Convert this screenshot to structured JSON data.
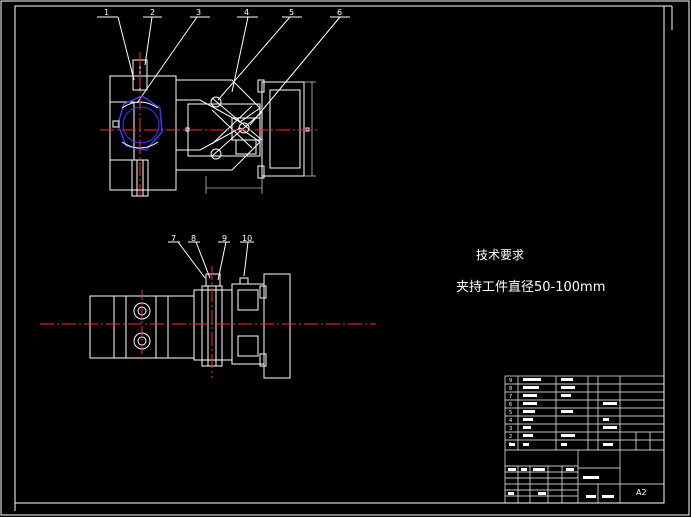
{
  "colors": {
    "background": "#000000",
    "lines": "#ffffff",
    "centerline": "#ff0000",
    "hidden": "#0000cc",
    "dims": "#ffffff"
  },
  "callouts": [
    "1",
    "2",
    "3",
    "4",
    "5",
    "6",
    "7",
    "8",
    "9",
    "10"
  ],
  "notes": {
    "title": "技术要求",
    "line1": "夹持工件直径50-100mm"
  },
  "title_block": {
    "sheet_size": "A2",
    "bom_rows": [
      {
        "no": "9",
        "code": "",
        "name": "",
        "qty": "",
        "material": ""
      },
      {
        "no": "8",
        "code": "",
        "name": "",
        "qty": "",
        "material": ""
      },
      {
        "no": "7",
        "code": "",
        "name": "",
        "qty": "",
        "material": ""
      },
      {
        "no": "6",
        "code": "",
        "name": "",
        "qty": "",
        "material": ""
      },
      {
        "no": "5",
        "code": "",
        "name": "",
        "qty": "",
        "material": ""
      },
      {
        "no": "4",
        "code": "",
        "name": "",
        "qty": "",
        "material": ""
      },
      {
        "no": "3",
        "code": "",
        "name": "",
        "qty": "",
        "material": ""
      },
      {
        "no": "2",
        "code": "",
        "name": "",
        "qty": "",
        "material": ""
      },
      {
        "no": "1",
        "code": "",
        "name": "",
        "qty": "",
        "material": ""
      }
    ]
  }
}
